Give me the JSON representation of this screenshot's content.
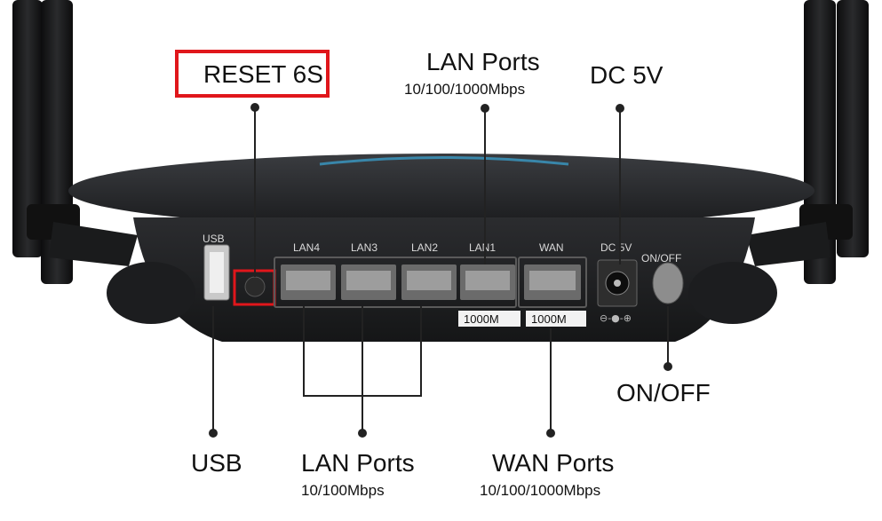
{
  "callouts": {
    "reset": "RESET 6S",
    "lan_top_title": "LAN Ports",
    "lan_top_speed": "10/100/1000Mbps",
    "dc": "DC 5V",
    "onoff": "ON/OFF",
    "usb": "USB",
    "lan_bottom_title": "LAN Ports",
    "lan_bottom_speed": "10/100Mbps",
    "wan_title": "WAN Ports",
    "wan_speed": "10/100/1000Mbps"
  },
  "router_panel": {
    "usb": "USB",
    "lan4": "LAN4",
    "lan3": "LAN3",
    "lan2": "LAN2",
    "lan1": "LAN1",
    "wan": "WAN",
    "dc": "DC 5V",
    "onoff": "ON/OFF",
    "lan1_speed": "1000M",
    "wan_speed": "1000M"
  },
  "colors": {
    "highlight": "#e0161b",
    "router_body": "#1e1f21",
    "antenna": "#141516"
  }
}
